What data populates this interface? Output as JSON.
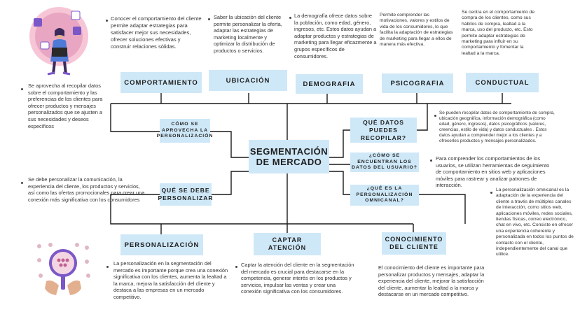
{
  "title": "SEGMENTACIÓN DE MERCADO",
  "top_boxes": [
    "COMPORTAMIENTO",
    "UBICACIÓN",
    "DEMOGRAFIA",
    "PSICOGRAFIA",
    "CONDUCTUAL"
  ],
  "top_texts": [
    "Conocer el comportamiento del cliente permite adaptar estrategias para satisfacer mejor sus necesidades, ofrecer soluciones efectivas y construir relaciones sólidas.",
    "Saber la ubicación del cliente permite personalizar la oferta, adaptar las estrategias de marketing localmente y optimizar la distribución de productos o servicios.",
    "La demografía ofrece datos sobre la población, como edad, género, ingresos, etc. Estos datos ayudan a adaptar productos y estrategias de marketing para llegar eficazmente a grupos específicos de consumidores.",
    "Permite comprender las motivaciones, valores y estilos de vida de los consumidores, lo que facilita la adaptación de estrategias de marketing para llegar a ellos de manera más efectiva.",
    "Se centra en el comportamiento de compra de los clientes, como sus hábitos de compra, lealtad a la marca, uso del producto, etc. Esto permite adaptar estrategias de marketing para influir en su comportamiento y fomentar la lealtad a la marca."
  ],
  "left": {
    "q1": "CÓMO SE APROVECHA LA PERSONALIZACIÓN",
    "a1": "Se aprovecha al recopilar datos sobre el comportamiento y las preferencias de los clientes para ofrecer productos y mensajes personalizados que se ajusten a sus necesidades y deseos específicos",
    "q2": "QUÉ SE DEBE PERSONALIZAR",
    "a2": "Se debe personalizar la comunicación, la experiencia del cliente, los productos y servicios, así como las ofertas promocionales para crear una conexión más significativa con los consumidores"
  },
  "right": {
    "q1": "QUÉ DATOS PUEDES RECOPILAR?",
    "a1": "Se pueden recopilar datos de comportamiento de compra, ubicación geográfica, información demográfica (como edad, género, ingresos), datos psicográficos (valores, creencias, estilo de vida) y datos conductuales . Estos datos ayudan a comprender mejor a los clientes y a ofrecerles productos y mensajes personalizados.",
    "q2": "¿CÓMO SE ENCUENTRAN LOS DATOS DEL USUARIO?",
    "a2": "Para comprender los comportamientos de los usuarios, se utilizan herramientas de seguimiento de comportamiento en sitios web y aplicaciones móviles para rastrear y analizar patrones de interacción.",
    "q3": "¿QUÉ ES LA PERSONALIZACIÓN OMNICANAL?",
    "a3": "La personalización omnicanal es la adaptación de la experiencia del cliente a través de múltiples canales de interacción, como sitios web, aplicaciones móviles, redes sociales, tiendas físicas, correo electrónico, chat en vivo, etc. Consiste en ofrecer una experiencia coherente y personalizada en todos los puntos de contacto con el cliente, independientemente del canal que utilice."
  },
  "bottom_boxes": [
    "PERSONALIZACIÓN",
    "CAPTAR ATENCIÓN",
    "CONOCIMIENTO DEL CLIENTE"
  ],
  "bottom_texts": [
    "La personalización en la segmentación del mercado es importante porque crea una conexión significativa con los clientes, aumenta la lealtad a la marca, mejora la satisfacción del cliente y destaca a las empresas en un mercado competitivo.",
    "Captar la atención del cliente en la segmentación del mercado es crucial para destacarse en la competencia, generar interés en los productos y servicios, impulsar las ventas y crear una conexión significativa con los consumidores.",
    "El conocimiento del cliente es importante para personalizar productos y mensajes, adaptar la experiencia del cliente, mejorar la satisfacción del cliente, aumentar la lealtad a la marca y destacarse en un mercado competitivo."
  ],
  "colors": {
    "box": "#cfe8f8",
    "line": "#1a1a1a",
    "accent": "#7b57c8",
    "pink": "#f4b4c8"
  }
}
